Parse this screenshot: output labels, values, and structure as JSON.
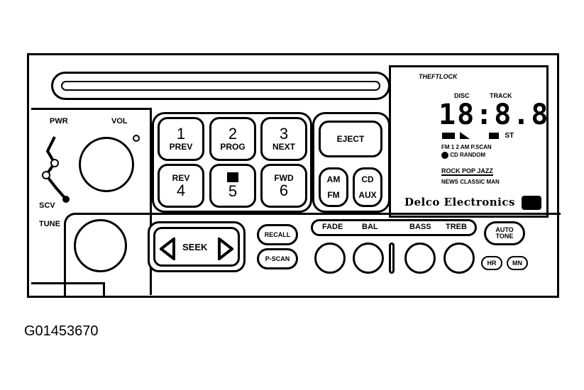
{
  "figure_id": "G01453670",
  "left_controls": {
    "pwr": "PWR",
    "vol": "VOL",
    "scv": "SCV",
    "tune": "TUNE"
  },
  "presets": [
    {
      "number": "1",
      "label": "PREV"
    },
    {
      "number": "2",
      "label": "PROG"
    },
    {
      "number": "3",
      "label": "NEXT"
    },
    {
      "number": "4",
      "label": "REV"
    },
    {
      "number": "5",
      "label": ""
    },
    {
      "number": "6",
      "label": "FWD"
    }
  ],
  "buttons": {
    "eject": "EJECT",
    "am": "AM",
    "fm": "FM",
    "cd": "CD",
    "aux": "AUX",
    "seek": "SEEK",
    "recall": "RECALL",
    "pscan": "P-SCAN",
    "auto_tone_line1": "AUTO",
    "auto_tone_line2": "TONE",
    "hr": "HR",
    "mn": "MN"
  },
  "tone": {
    "fade": "FADE",
    "bal": "BAL",
    "bass": "BASS",
    "treb": "TREB"
  },
  "display": {
    "theftlock": "THEFTLOCK",
    "disc": "DISC",
    "track": "TRACK",
    "segments": "18:8.8",
    "indicators_row1": "ST",
    "indicators_row2": "FM 1 2 AM    P.SCAN",
    "indicators_row3": "CD    RANDOM",
    "genre_row1": "ROCK POP JAZZ",
    "genre_row2": "NEWS CLASSIC MAN",
    "brand": "Delco Electronics"
  }
}
